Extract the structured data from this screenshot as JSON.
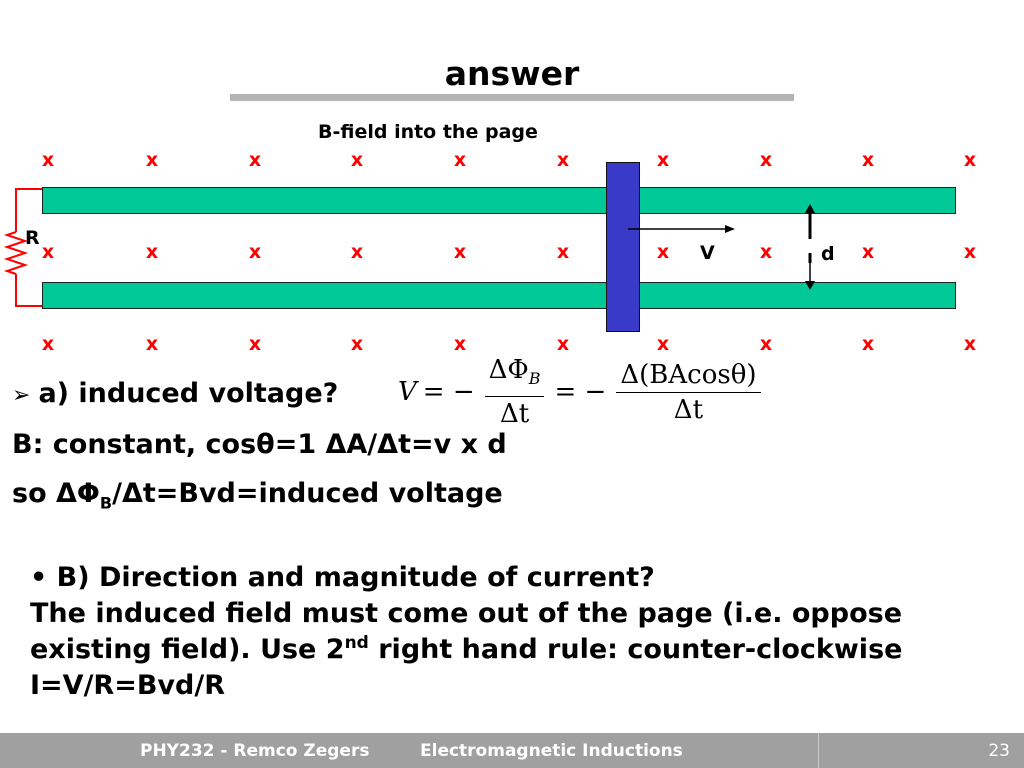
{
  "slide": {
    "title": "answer",
    "diagram": {
      "caption": "B-field into the page",
      "field_symbol": "x",
      "resistor_label": "R",
      "velocity_label": "V",
      "separation_label": "d"
    },
    "question_a": {
      "label": "a) induced voltage?",
      "formula": {
        "lhs": "V",
        "eq1": "= −",
        "frac1_num": "ΔΦ",
        "frac1_num_sub": "B",
        "frac1_den": "Δt",
        "eq2": "= −",
        "frac2_num": "Δ(BAcosθ)",
        "frac2_den": "Δt"
      }
    },
    "line_b": "B: constant, cosθ=1 ΔA/Δt=v x d",
    "line_so": {
      "start": "so ΔΦ",
      "sub": "B",
      "end": "/Δt=Bvd=induced voltage"
    },
    "question_b": {
      "bullet": "• B) Direction and magnitude of current?",
      "line1": "The induced field must come out of the page (i.e. oppose",
      "line2_start": "existing field). Use 2",
      "line2_sup": "nd",
      "line2_end": " right hand rule: counter-clockwise",
      "line3": "I=V/R=Bvd/R"
    }
  },
  "footer": {
    "author": "PHY232 - Remco Zegers",
    "topic": "Electromagnetic Inductions",
    "page_number": "23"
  },
  "colors": {
    "rails": "#00c896",
    "moving_bar": "#3a3ac8",
    "field_x": "#ff0000",
    "circuit_wire": "#ff0000",
    "title_rule": "#b4b4b4",
    "footer_bg": "#a0a0a0"
  }
}
